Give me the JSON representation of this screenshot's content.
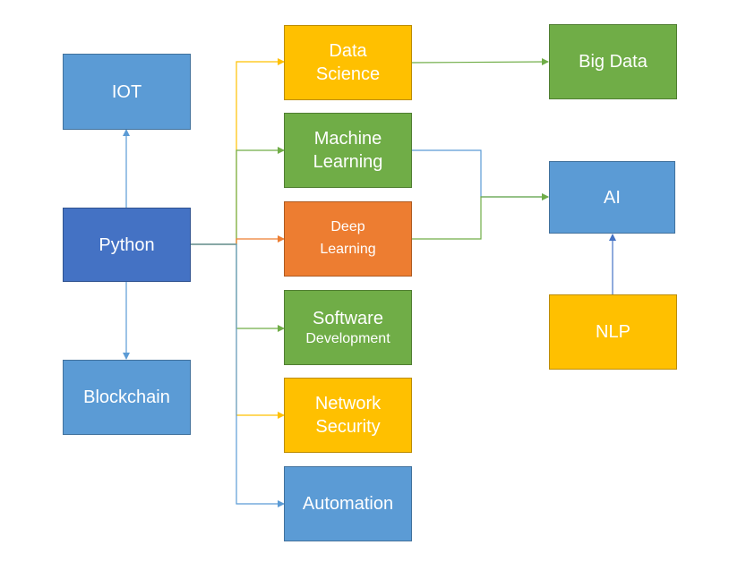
{
  "colors": {
    "blue": "#5b9bd5",
    "dark_blue": "#4472c4",
    "green": "#70ad47",
    "orange": "#ed7d31",
    "yellow": "#ffc000"
  },
  "nodes": {
    "iot": {
      "label": "IOT"
    },
    "python": {
      "label": "Python"
    },
    "blockchain": {
      "label": "Blockchain"
    },
    "data_science": {
      "line1": "Data",
      "line2": "Science"
    },
    "machine_learning": {
      "line1": "Machine",
      "line2": "Learning"
    },
    "deep_learning": {
      "line1": "Deep",
      "line2": "Learning"
    },
    "software_development": {
      "line1": "Software",
      "line2": "Development"
    },
    "network_security": {
      "line1": "Network",
      "line2": "Security"
    },
    "automation": {
      "label": "Automation"
    },
    "big_data": {
      "label": "Big Data"
    },
    "ai": {
      "label": "AI"
    },
    "nlp": {
      "label": "NLP"
    }
  },
  "edges": [
    {
      "from": "Python",
      "to": "IOT"
    },
    {
      "from": "Python",
      "to": "Blockchain"
    },
    {
      "from": "Python",
      "to": "Data Science"
    },
    {
      "from": "Python",
      "to": "Machine Learning"
    },
    {
      "from": "Python",
      "to": "Deep Learning"
    },
    {
      "from": "Python",
      "to": "Software Development"
    },
    {
      "from": "Python",
      "to": "Network Security"
    },
    {
      "from": "Python",
      "to": "Automation"
    },
    {
      "from": "Data Science",
      "to": "Big Data"
    },
    {
      "from": "Machine Learning",
      "to": "AI"
    },
    {
      "from": "Deep Learning",
      "to": "AI"
    },
    {
      "from": "NLP",
      "to": "AI"
    }
  ]
}
